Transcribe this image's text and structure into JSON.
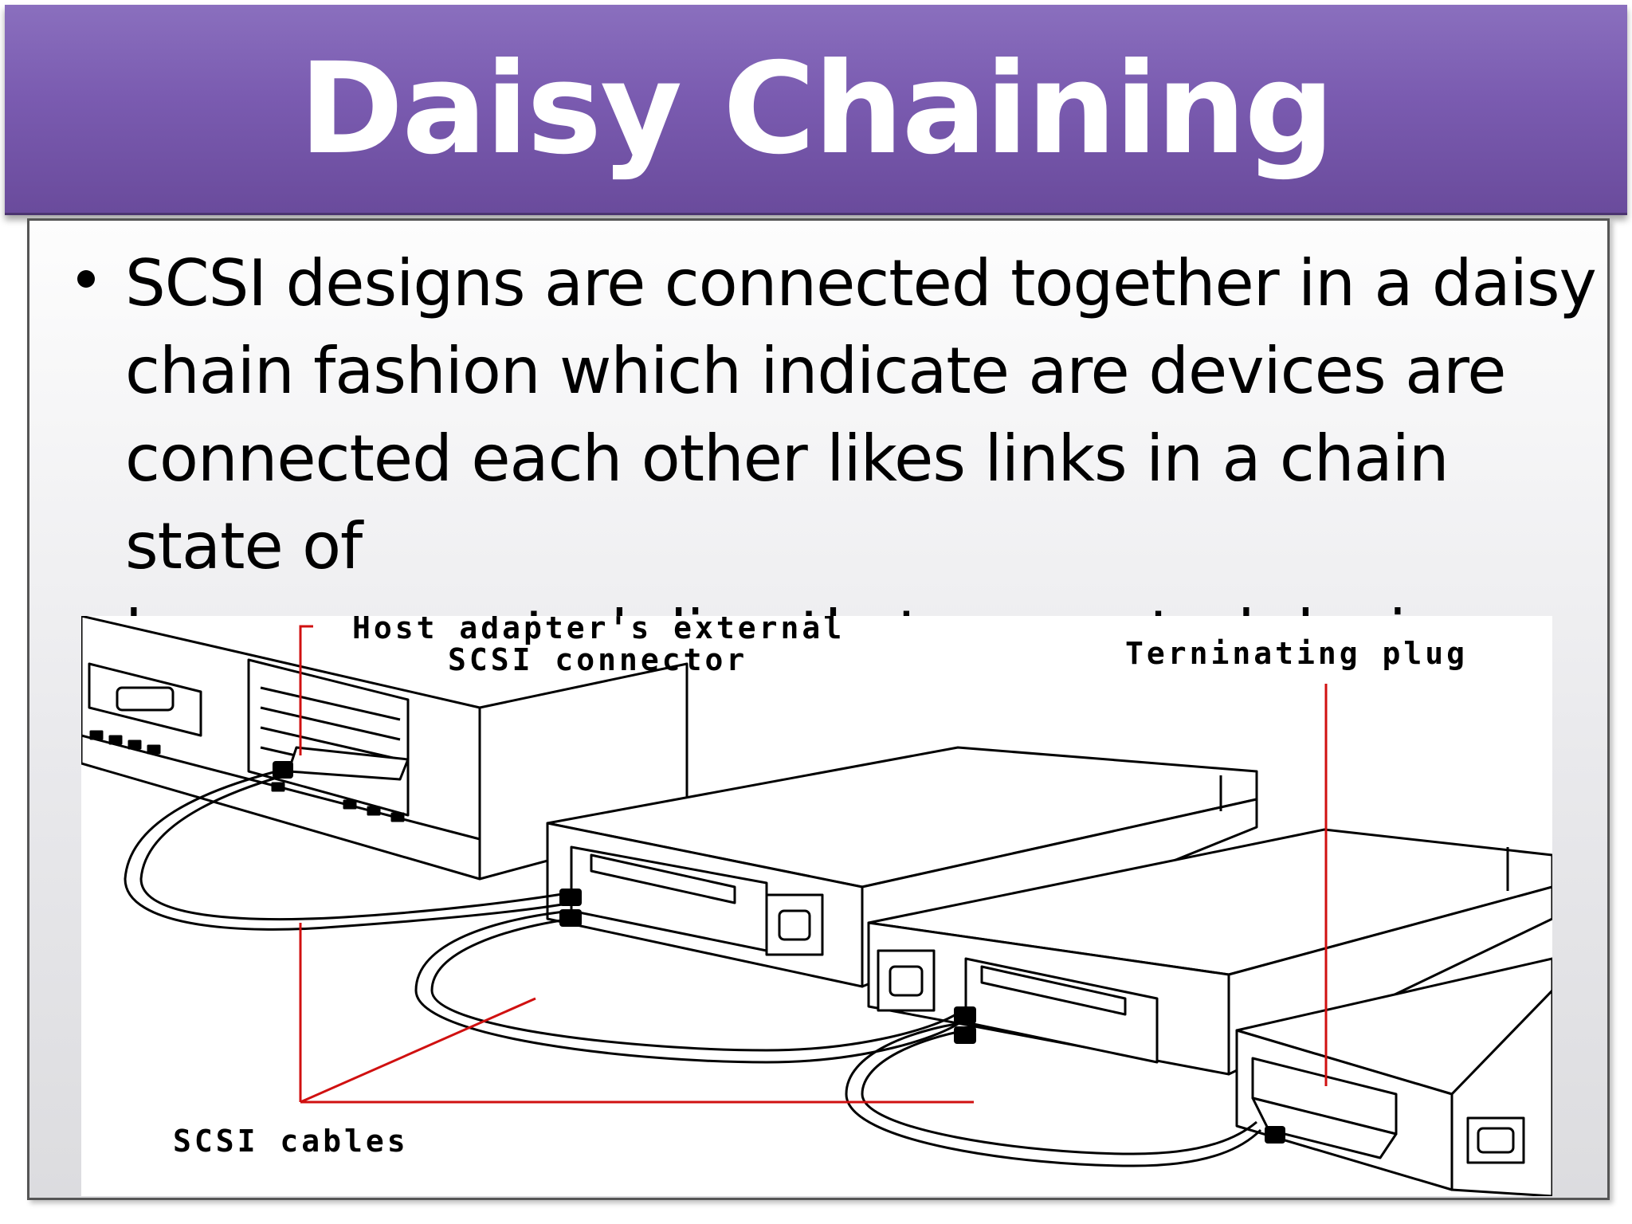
{
  "slide": {
    "title": "Daisy Chaining",
    "bullet": "SCSI designs are connected together in a daisy\nchain fashion which indicate are devices  are\nconnected each other likes links in a chain state of\nbeen connected directly to a central devices. SCSI\ncontroller is an expansion card plug into the"
  },
  "figure": {
    "labels": {
      "host_line1": "Host adapter's external",
      "host_line2": "SCSI connector",
      "terminating": "Terninating plug",
      "cables": "SCSI cables"
    },
    "colors": {
      "callout": "#d01010",
      "line": "#000000"
    }
  }
}
